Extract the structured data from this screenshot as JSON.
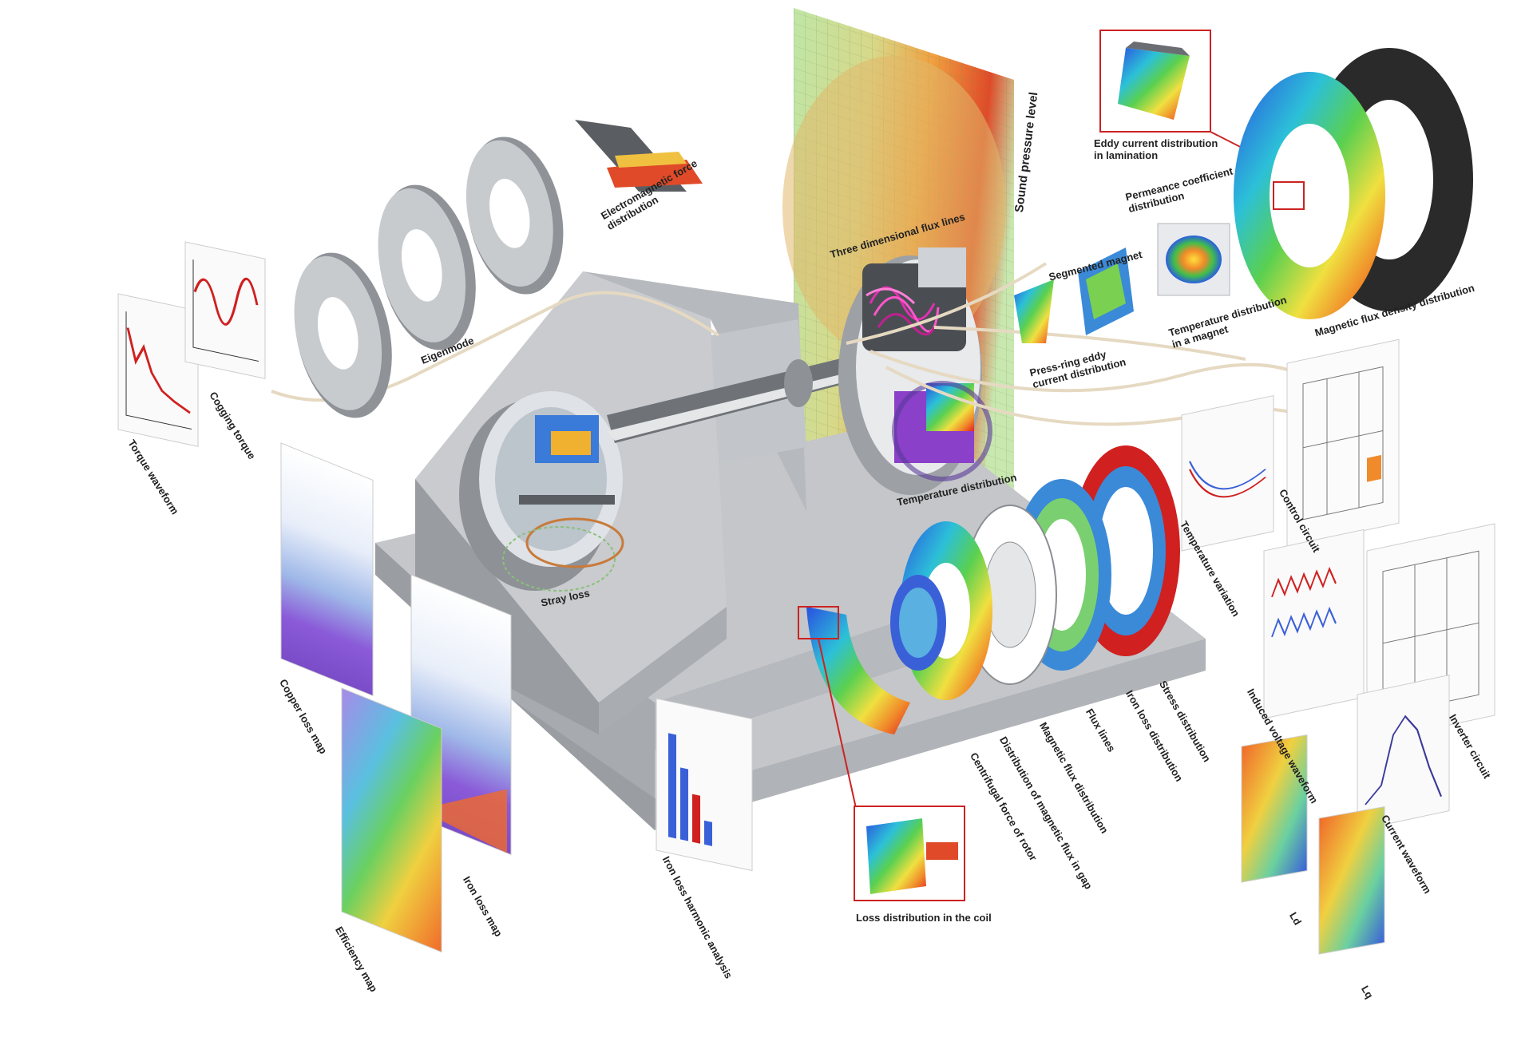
{
  "labels": {
    "sound_pressure": "Sound pressure level",
    "eddy_lamination": "Eddy current distribution\nin lamination",
    "electromagnetic_force": "Electromagnetic force\ndistribution",
    "three_dim_flux": "Three dimensional flux lines",
    "segmented_magnet": "Segmented magnet",
    "permeance": "Permeance coefficient\ndistribution",
    "press_ring": "Press-ring eddy\ncurrent distribution",
    "temp_magnet": "Temperature distribution\nin a magnet",
    "flux_density": "Magnetic flux density distribution",
    "eigenmode": "Eigenmode",
    "cogging_torque": "Cogging torque",
    "torque_waveform": "Torque waveform",
    "temperature_distribution": "Temperature distribution",
    "stray_loss": "Stray loss",
    "control_circuit": "Control circuit",
    "temperature_variation": "Temperature variation",
    "copper_loss_map": "Copper loss map",
    "iron_loss_map": "Iron loss map",
    "efficiency_map": "Efficiency map",
    "iron_loss_harmonic": "Iron loss harmonic analysis",
    "loss_coil": "Loss distribution in the coil",
    "centrifugal": "Centrifugal force of rotor",
    "flux_gap": "Distribution of magnetic flux in gap",
    "magnetic_flux_distribution": "Magnetic flux distribution",
    "flux_lines": "Flux lines",
    "iron_loss_distribution": "Iron loss distribution",
    "stress_distribution": "Stress distribution",
    "induced_voltage": "Induced voltage waveform",
    "inverter_circuit": "Inverter circuit",
    "current_waveform": "Current waveform",
    "ld": "Ld",
    "lq": "Lq"
  },
  "colors": {
    "machine_grey": "#b9bcc0",
    "machine_dark": "#8e9297",
    "highlight_red": "#cc2222",
    "cable": "#e6d9c2",
    "contour_green": "#8fd46a",
    "contour_orange": "#f0a040",
    "contour_red": "#e0402a",
    "blue": "#2a5de0"
  }
}
